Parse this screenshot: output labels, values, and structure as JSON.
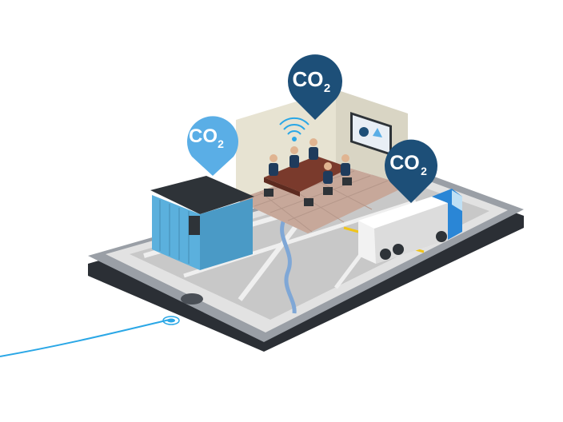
{
  "pins": [
    {
      "id": "container",
      "main": "CO",
      "sub": "2",
      "color": "#5aaee6"
    },
    {
      "id": "office",
      "main": "CO",
      "sub": "2",
      "color": "#1d4f78"
    },
    {
      "id": "truck",
      "main": "CO",
      "sub": "2",
      "color": "#1d4f78"
    }
  ],
  "colors": {
    "tablet_body": "#2b2f35",
    "tablet_screen": "#e6e6e6",
    "map_base": "#cdcdcd",
    "road": "#ededed",
    "river": "#7fa7d6",
    "floor": "#c7a89a",
    "wall": "#e7e3d2",
    "container": "#5bb0dd",
    "container_roof": "#2e3338",
    "truck_cab": "#2a86d6",
    "cable": "#2aa7e6"
  },
  "icons": [
    "wifi-icon",
    "tablet-home-button",
    "presentation-screen-icon"
  ]
}
